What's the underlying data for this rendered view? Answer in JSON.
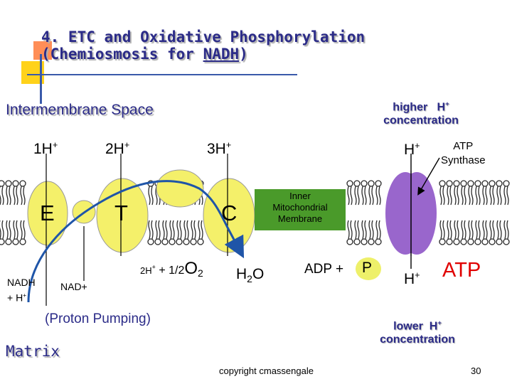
{
  "title": {
    "line1": "4.  ETC and Oxidative Phosphorylation",
    "line2_prefix": "(Chemiosmosis for ",
    "line2_nadh": "NADH",
    "line2_suffix": ")"
  },
  "regions": {
    "intermembrane": "Intermembrane Space",
    "matrix": "Matrix",
    "membrane_label": [
      "Inner",
      "Mitochondrial",
      "Membrane"
    ]
  },
  "concentration": {
    "higher_word": "higher",
    "higher_ion": "H",
    "higher_charge": "+",
    "higher_line2": "concentration",
    "lower_word": "lower",
    "lower_ion": "H",
    "lower_charge": "+",
    "lower_line2": "concentration"
  },
  "protons": [
    {
      "count": "1H",
      "charge": "+"
    },
    {
      "count": "2H",
      "charge": "+"
    },
    {
      "count": "3H",
      "charge": "+"
    }
  ],
  "synthase_proton": {
    "ion": "H",
    "charge": "+"
  },
  "matrix_proton": {
    "ion": "H",
    "charge": "+"
  },
  "synthase_label": [
    "ATP",
    "Synthase"
  ],
  "complexes": [
    "E",
    "T",
    "C"
  ],
  "nadh": {
    "line1": "NADH",
    "line2_prefix": "+  H",
    "line2_charge": "+"
  },
  "nad": "NAD+",
  "oxygen": {
    "prefix": "2H",
    "charge": "+",
    "mid": " + 1/2",
    "o": "O",
    "sub": "2"
  },
  "water": {
    "h": "H",
    "sub": "2",
    "o": "O"
  },
  "adp": "ADP +",
  "phosphate": "P",
  "atp": "ATP",
  "pumping": "(Proton Pumping)",
  "copyright": "copyright cmassengale",
  "page_number": "30",
  "colors": {
    "title": "#2b2b88",
    "membrane": "#2a2a2a",
    "complex_fill": "#f4f06a",
    "membrane_box": "#4a9a2a",
    "synthase": "#9966cc",
    "arrow": "#1f55a8",
    "atp": "#e00000",
    "phosphate": "#eef06a"
  }
}
